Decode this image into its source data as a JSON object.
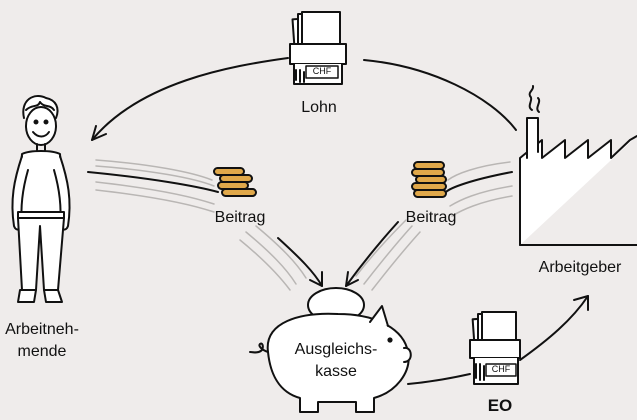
{
  "labels": {
    "lohn": "Lohn",
    "beitrag_left": "Beitrag",
    "beitrag_right": "Beitrag",
    "arbeitgeber": "Arbeitgeber",
    "arbeitnehmende_line1": "Arbeitneh-",
    "arbeitnehmende_line2": "mende",
    "ausgleichskasse_line1": "Ausgleichs-",
    "ausgleichskasse_line2": "kasse",
    "eo": "EO",
    "currency": "CHF"
  },
  "icons": [
    "person-icon",
    "factory-icon",
    "money-stack-icon",
    "coin-stack-icon",
    "piggy-bank-icon"
  ],
  "colors": {
    "background": "#efeceb",
    "ink": "#111111",
    "coin": "#e0a84a",
    "paper": "#ffffff",
    "speedlines": "#b9b6b4"
  }
}
